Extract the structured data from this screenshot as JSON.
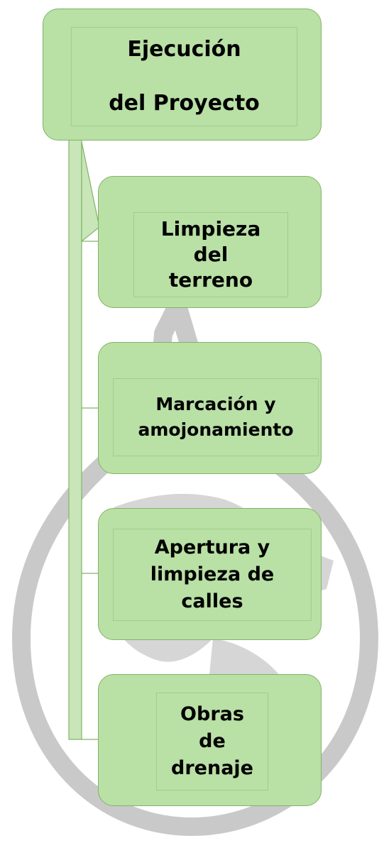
{
  "colors": {
    "node_fill": "#b9e0a5",
    "node_border": "#82b366",
    "inner_border": "#9fcf86",
    "connector_fill": "#c8e6b8",
    "watermark": "#c8c8c8",
    "text": "#000000"
  },
  "root": {
    "label": "Ejecución\n\ndel Proyecto"
  },
  "steps": [
    {
      "label": "Limpieza\ndel\nterreno"
    },
    {
      "label": "Marcación y\namojonamiento"
    },
    {
      "label": "Apertura y\nlimpieza de\ncalles"
    },
    {
      "label": "Obras\nde\ndrenaje"
    }
  ]
}
